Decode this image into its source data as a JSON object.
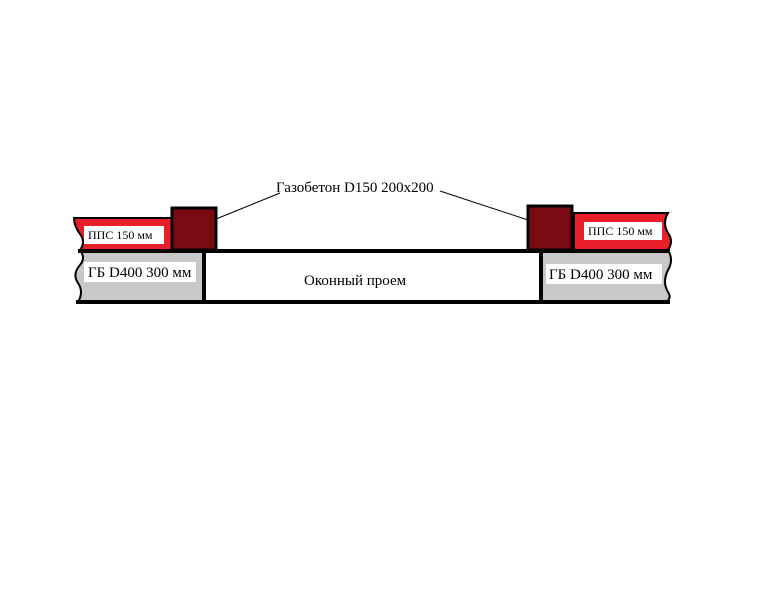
{
  "colors": {
    "background": "#ffffff",
    "insulation": "#e8202a",
    "concrete": "#c8c8c8",
    "block": "#7a0b12",
    "outline": "#000000",
    "label_bg": "#ffffff"
  },
  "labels": {
    "aerated_block": "Газобетон D150 200х200",
    "window_opening": "Оконный проем",
    "insulation_left": "ППС 150 мм",
    "insulation_right": "ППС 150 мм",
    "wall_left": "ГБ D400 300 мм",
    "wall_right": "ГБ D400 300 мм"
  }
}
